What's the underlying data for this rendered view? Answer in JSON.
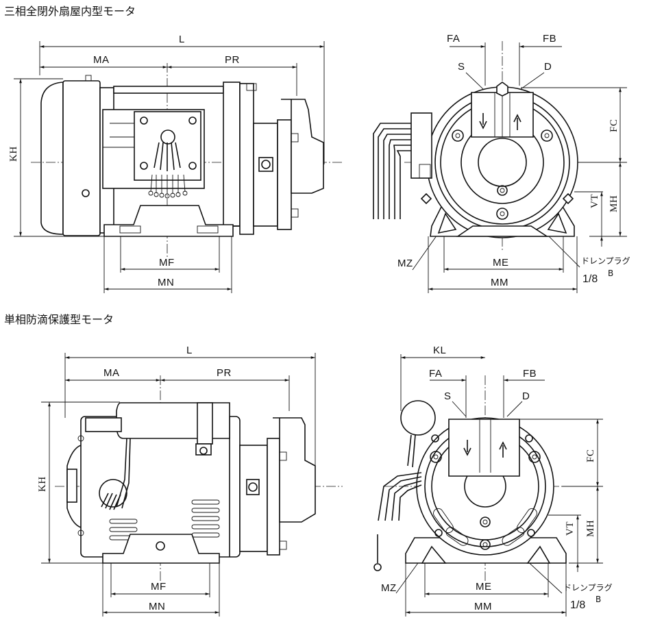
{
  "titles": {
    "top": "三相全閉外扇屋内型モータ",
    "bottom": "単相防滴保護型モータ"
  },
  "top_side": {
    "L": "L",
    "MA": "MA",
    "PR": "PR",
    "KH": "KH",
    "MF": "MF",
    "MN": "MN"
  },
  "top_front": {
    "FA": "FA",
    "FB": "FB",
    "S": "S",
    "D": "D",
    "FC": "FC",
    "MH": "MH",
    "VT": "VT",
    "MZ": "MZ",
    "ME": "ME",
    "MM": "MM",
    "drain": "ドレンプラグ",
    "drain_size": "1/8",
    "drain_sup": "B"
  },
  "bottom_side": {
    "L": "L",
    "MA": "MA",
    "PR": "PR",
    "KH": "KH",
    "MF": "MF",
    "MN": "MN"
  },
  "bottom_front": {
    "KL": "KL",
    "FA": "FA",
    "FB": "FB",
    "S": "S",
    "D": "D",
    "FC": "FC",
    "MH": "MH",
    "VT": "VT",
    "MZ": "MZ",
    "ME": "ME",
    "MM": "MM",
    "drain": "ドレンプラグ",
    "drain_size": "1/8",
    "drain_sup": "B"
  }
}
